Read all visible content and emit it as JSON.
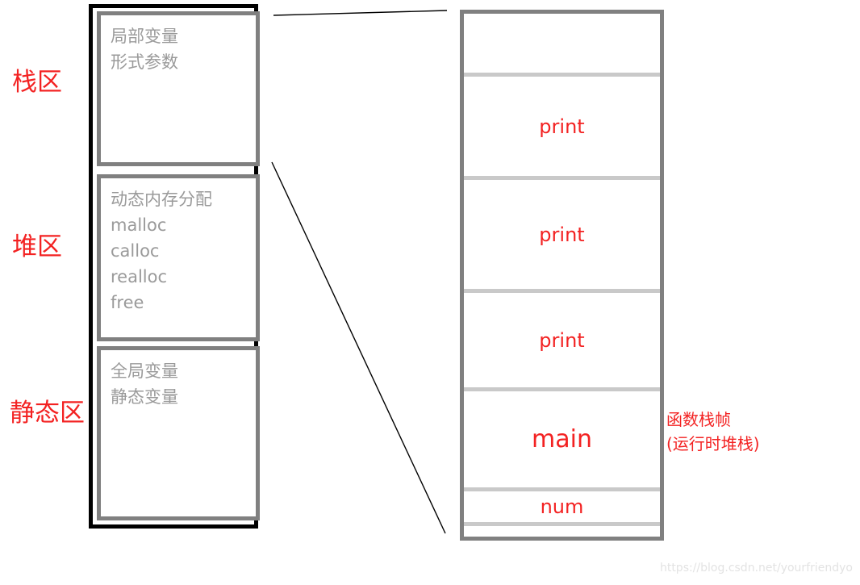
{
  "colors": {
    "red_text": "#f32222",
    "gray_text": "#9a9a9a",
    "dark_border": "#808080",
    "light_divider": "#c9c9c9",
    "black_border": "#000000",
    "watermark": "#e3e3e3"
  },
  "memory_map": {
    "region_labels": [
      {
        "label": "栈区"
      },
      {
        "label": "堆区"
      },
      {
        "label": "静态区"
      }
    ],
    "boxes": [
      {
        "name": "stack-area",
        "lines": [
          "局部变量",
          "形式参数"
        ]
      },
      {
        "name": "heap-area",
        "lines": [
          "动态内存分配",
          "malloc",
          "calloc",
          "realloc",
          "free"
        ]
      },
      {
        "name": "static-area",
        "lines": [
          "全局变量",
          "静态变量"
        ]
      }
    ]
  },
  "call_stack": {
    "cells": [
      {
        "label": ""
      },
      {
        "label": "print"
      },
      {
        "label": "print"
      },
      {
        "label": "print"
      },
      {
        "label": "main"
      },
      {
        "label": "num"
      },
      {
        "label": ""
      }
    ],
    "side_note_line1": "函数栈帧",
    "side_note_line2": "(运行时堆栈)"
  },
  "watermark": "https://blog.csdn.net/yourfriendyo"
}
